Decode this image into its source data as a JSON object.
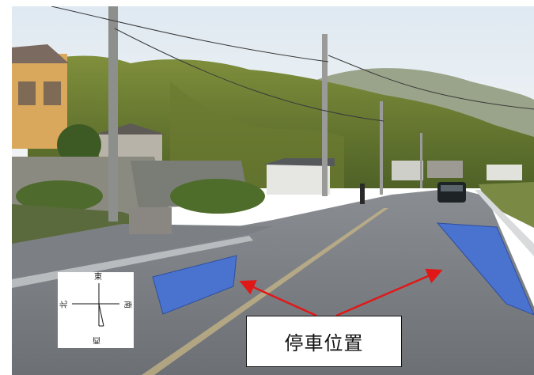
{
  "compass": {
    "north": "北",
    "east": "東",
    "south": "南",
    "west": "西"
  },
  "callout": {
    "label": "停車位置"
  },
  "colors": {
    "parking_marker": "#4a72cf",
    "arrow": "#e01818"
  }
}
